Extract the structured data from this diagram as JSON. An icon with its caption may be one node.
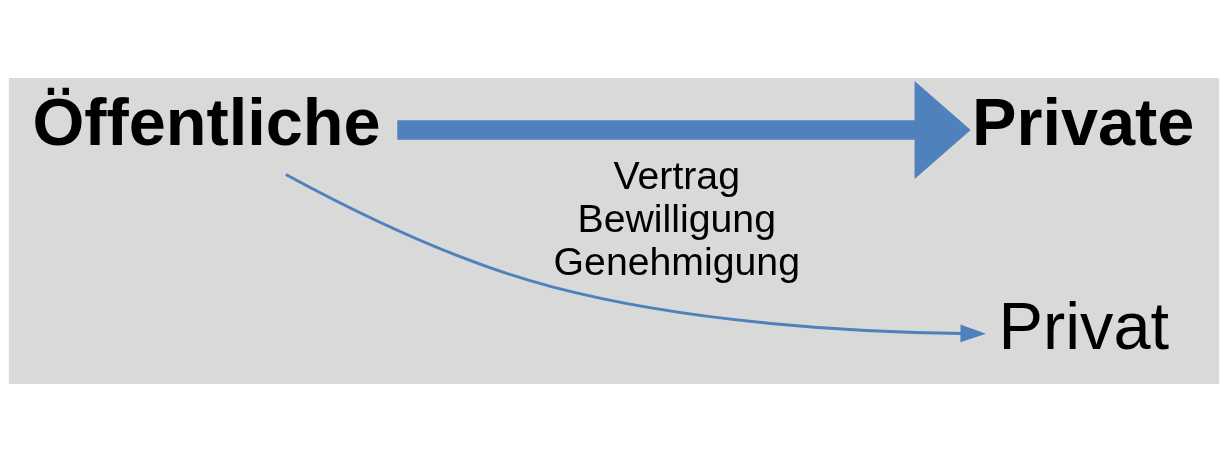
{
  "diagram": {
    "nodes": [
      {
        "text": [
          "Öffentliche"
        ]
      },
      {
        "text": [
          "Private"
        ]
      },
      {
        "text": [
          "Privat"
        ]
      }
    ],
    "edges": [
      {
        "from": 0,
        "to": 1,
        "arrow": "to",
        "style": "thick"
      },
      {
        "from": 0,
        "to": 2,
        "arrow": "to",
        "label": "Vertrag Bewilligung Genehmigung"
      }
    ]
  }
}
